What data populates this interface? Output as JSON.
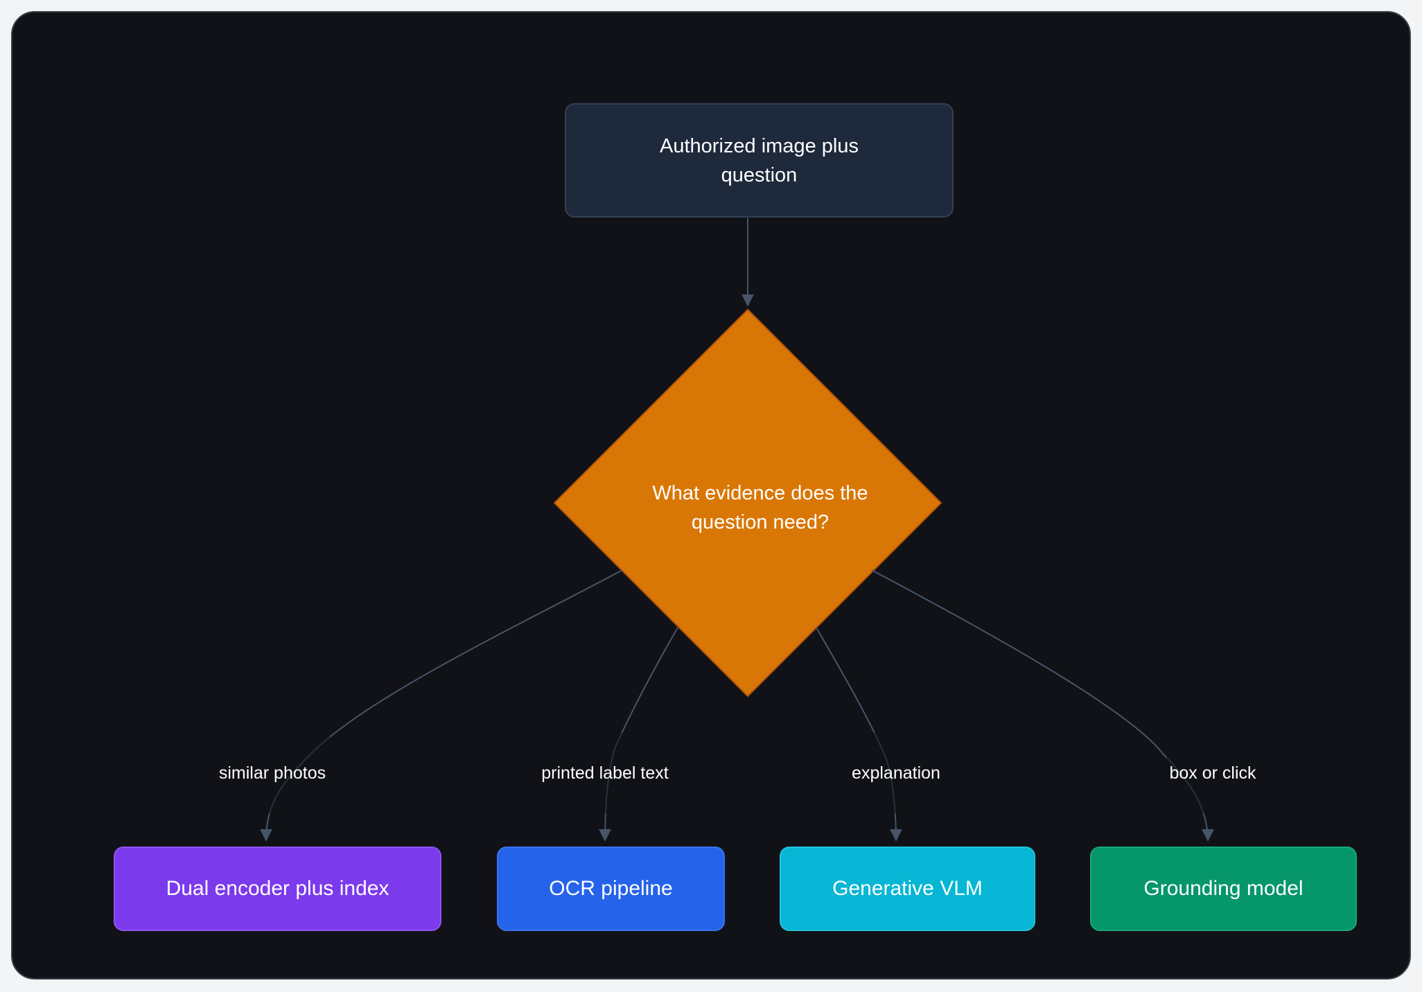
{
  "diagram": {
    "start_node": {
      "label": "Authorized image plus question"
    },
    "decision_node": {
      "label": "What evidence does the question need?",
      "color": "#d97706"
    },
    "branches": [
      {
        "edge_label": "similar photos",
        "target": "Dual encoder plus index",
        "color": "#7c3aed"
      },
      {
        "edge_label": "printed label text",
        "target": "OCR pipeline",
        "color": "#2563eb"
      },
      {
        "edge_label": "explanation",
        "target": "Generative VLM",
        "color": "#06b6d4"
      },
      {
        "edge_label": "box or click",
        "target": "Grounding model",
        "color": "#059669"
      }
    ],
    "colors": {
      "background": "#111217",
      "edge": "#475569",
      "start_fill": "#1e293b"
    }
  }
}
